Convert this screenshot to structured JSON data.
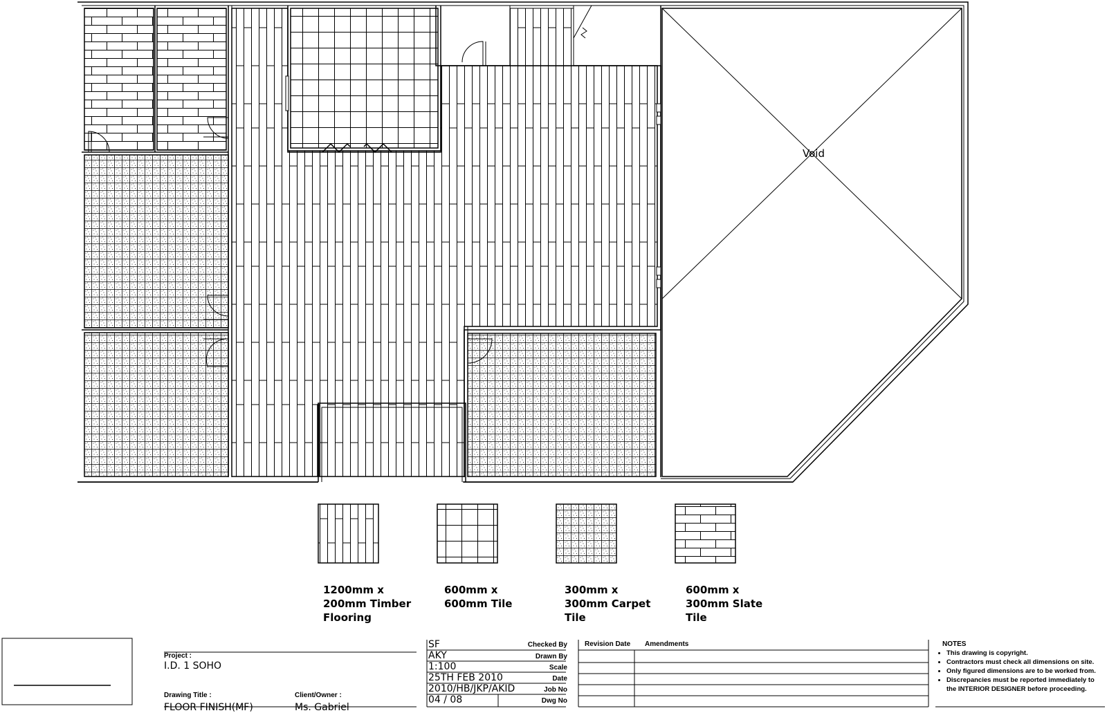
{
  "plan": {
    "void_label": "Void"
  },
  "legend": [
    {
      "pattern": "timber",
      "line1": "1200mm x",
      "line2": "200mm Timber",
      "line3": "Flooring"
    },
    {
      "pattern": "tile",
      "line1": "600mm x",
      "line2": "600mm Tile",
      "line3": ""
    },
    {
      "pattern": "carpet",
      "line1": "300mm x",
      "line2": "300mm Carpet",
      "line3": "Tile"
    },
    {
      "pattern": "slate",
      "line1": "600mm x",
      "line2": "300mm Slate",
      "line3": "Tile"
    }
  ],
  "title_block": {
    "project_label": "Project :",
    "project": "I.D. 1 SOHO",
    "drawing_title_label": "Drawing Title :",
    "drawing_title": "FLOOR FINISH(MF)",
    "client_label": "Client/Owner :",
    "client": "Ms. Gabriel",
    "checked_by_label": "Checked By",
    "checked_by": "SF",
    "drawn_by_label": "Drawn By",
    "drawn_by": "AKY",
    "scale_label": "Scale",
    "scale": "1:100",
    "date_label": "Date",
    "date": "25TH FEB 2010",
    "job_no_label": "Job No",
    "job_no": "2010/HB/JKP/AKID",
    "dwg_no_label": "Dwg No",
    "dwg_no": "04 / 08",
    "revision_date_label": "Revision Date",
    "amendments_label": "Amendments",
    "notes_label": "NOTES",
    "notes": [
      "This drawing is copyright.",
      "Contractors must check all dimensions on site.",
      "Only figured dimensions are to be worked from.",
      "Discrepancies must be reported immediately to the INTERIOR DESIGNER before proceeding."
    ]
  }
}
